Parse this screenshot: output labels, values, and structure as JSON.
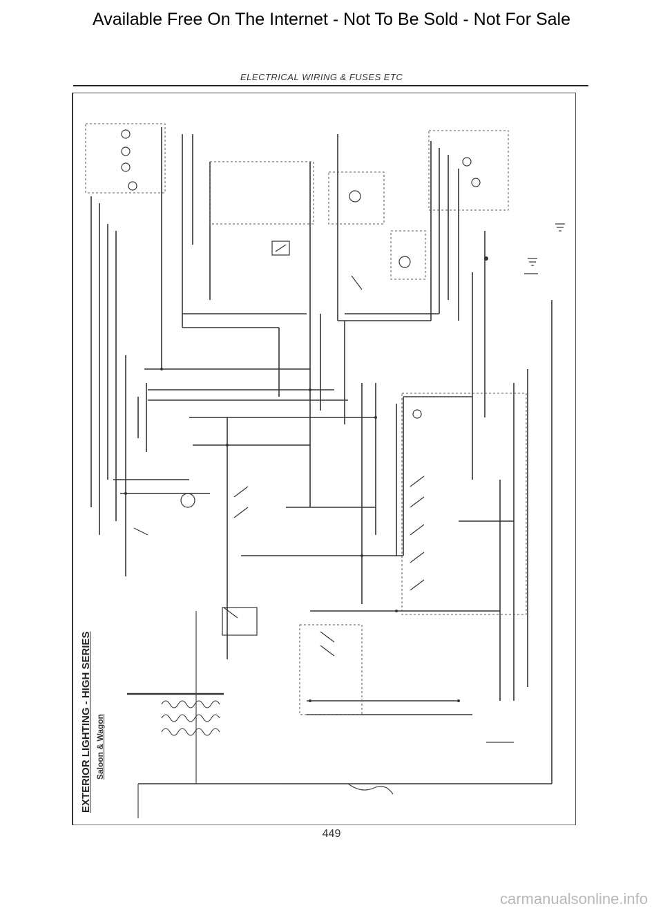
{
  "banner": {
    "text": "Available Free On The Internet - Not To Be Sold - Not For Sale"
  },
  "header": {
    "title": "ELECTRICAL WIRING & FUSES ETC"
  },
  "diagram": {
    "title": "EXTERIOR LIGHTING - HIGH SERIES",
    "subtitle": "Saloon & Wagon"
  },
  "footer": {
    "page_number": "449"
  },
  "watermark": {
    "text": "carmanualsonline.info"
  }
}
